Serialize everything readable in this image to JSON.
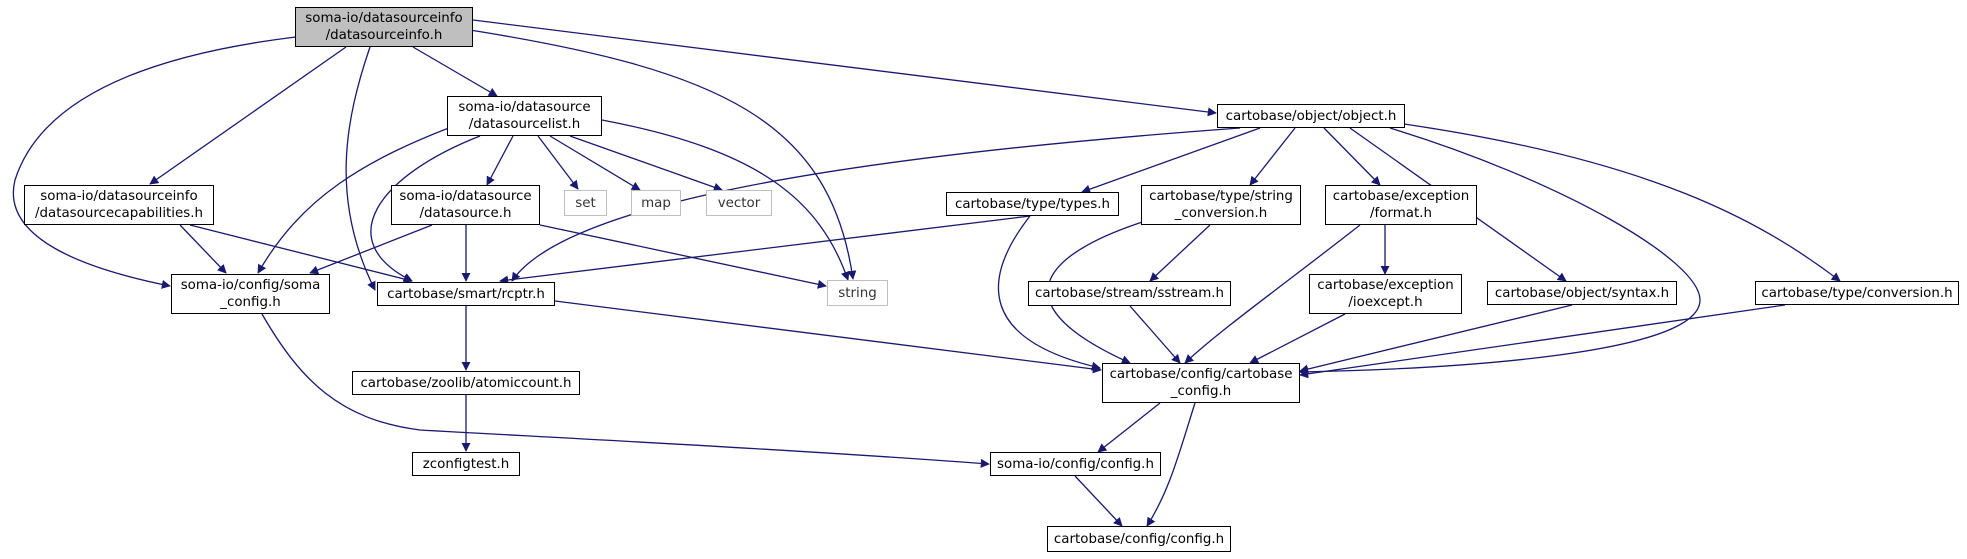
{
  "theme": {
    "edge_color": "#191970",
    "root_fill": "#bfbfbf",
    "external_border": "#bfbfbf"
  },
  "nodes": {
    "root": {
      "lines": [
        "soma-io/datasourceinfo",
        "/datasourceinfo.h"
      ]
    },
    "dslist": {
      "lines": [
        "soma-io/datasource",
        "/datasourcelist.h"
      ]
    },
    "object": {
      "lines": [
        "cartobase/object/object.h"
      ]
    },
    "dscap": {
      "lines": [
        "soma-io/datasourceinfo",
        "/datasourcecapabilities.h"
      ]
    },
    "datasource": {
      "lines": [
        "soma-io/datasource",
        "/datasource.h"
      ]
    },
    "set": {
      "lines": [
        "set"
      ]
    },
    "map": {
      "lines": [
        "map"
      ]
    },
    "vector": {
      "lines": [
        "vector"
      ]
    },
    "types": {
      "lines": [
        "cartobase/type/types.h"
      ]
    },
    "strconv": {
      "lines": [
        "cartobase/type/string",
        "_conversion.h"
      ]
    },
    "format": {
      "lines": [
        "cartobase/exception",
        "/format.h"
      ]
    },
    "somaconfig": {
      "lines": [
        "soma-io/config/soma",
        "_config.h"
      ]
    },
    "rcptr": {
      "lines": [
        "cartobase/smart/rcptr.h"
      ]
    },
    "string": {
      "lines": [
        "string"
      ]
    },
    "sstream": {
      "lines": [
        "cartobase/stream/sstream.h"
      ]
    },
    "ioexcept": {
      "lines": [
        "cartobase/exception",
        "/ioexcept.h"
      ]
    },
    "syntax": {
      "lines": [
        "cartobase/object/syntax.h"
      ]
    },
    "conversion": {
      "lines": [
        "cartobase/type/conversion.h"
      ]
    },
    "atomiccount": {
      "lines": [
        "cartobase/zoolib/atomiccount.h"
      ]
    },
    "cbconfig": {
      "lines": [
        "cartobase/config/cartobase",
        "_config.h"
      ]
    },
    "zconfigtest": {
      "lines": [
        "zconfigtest.h"
      ]
    },
    "somaioconfig": {
      "lines": [
        "soma-io/config/config.h"
      ]
    },
    "cbconfigh": {
      "lines": [
        "cartobase/config/config.h"
      ]
    }
  }
}
